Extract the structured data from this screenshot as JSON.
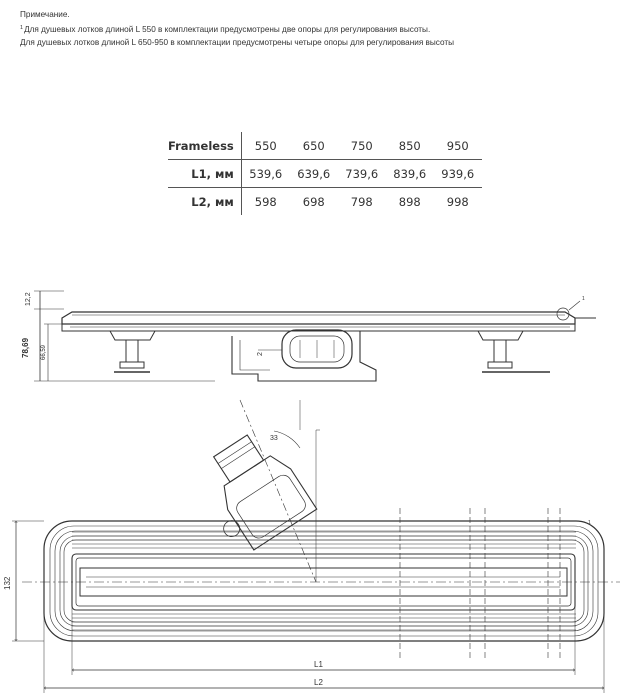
{
  "notes": {
    "heading": "Примечание.",
    "note1_marker": "1",
    "note1_text": "Для душевых лотков длиной L 550 в комплектации предусмотрены две опоры для регулирования высоты.",
    "note2_text": "Для душевых лотков длиной L 650-950 в комплектации предусмотрены четыре опоры для регулирования высоты"
  },
  "table": {
    "rows": [
      {
        "label": "Frameless",
        "values": [
          "550",
          "650",
          "750",
          "850",
          "950"
        ]
      },
      {
        "label": "L1, мм",
        "values": [
          "539,6",
          "639,6",
          "739,6",
          "839,6",
          "939,6"
        ]
      },
      {
        "label": "L2, мм",
        "values": [
          "598",
          "698",
          "798",
          "898",
          "998"
        ]
      }
    ]
  },
  "dimensions": {
    "height_total": "78,69",
    "top_offset": "12,2",
    "inner_height": "66,59",
    "small_gap": "2",
    "outlet_angle": "33",
    "width": "132",
    "l1": "L1",
    "l2": "L2",
    "callout_top": "1",
    "callout_plan": "1"
  }
}
